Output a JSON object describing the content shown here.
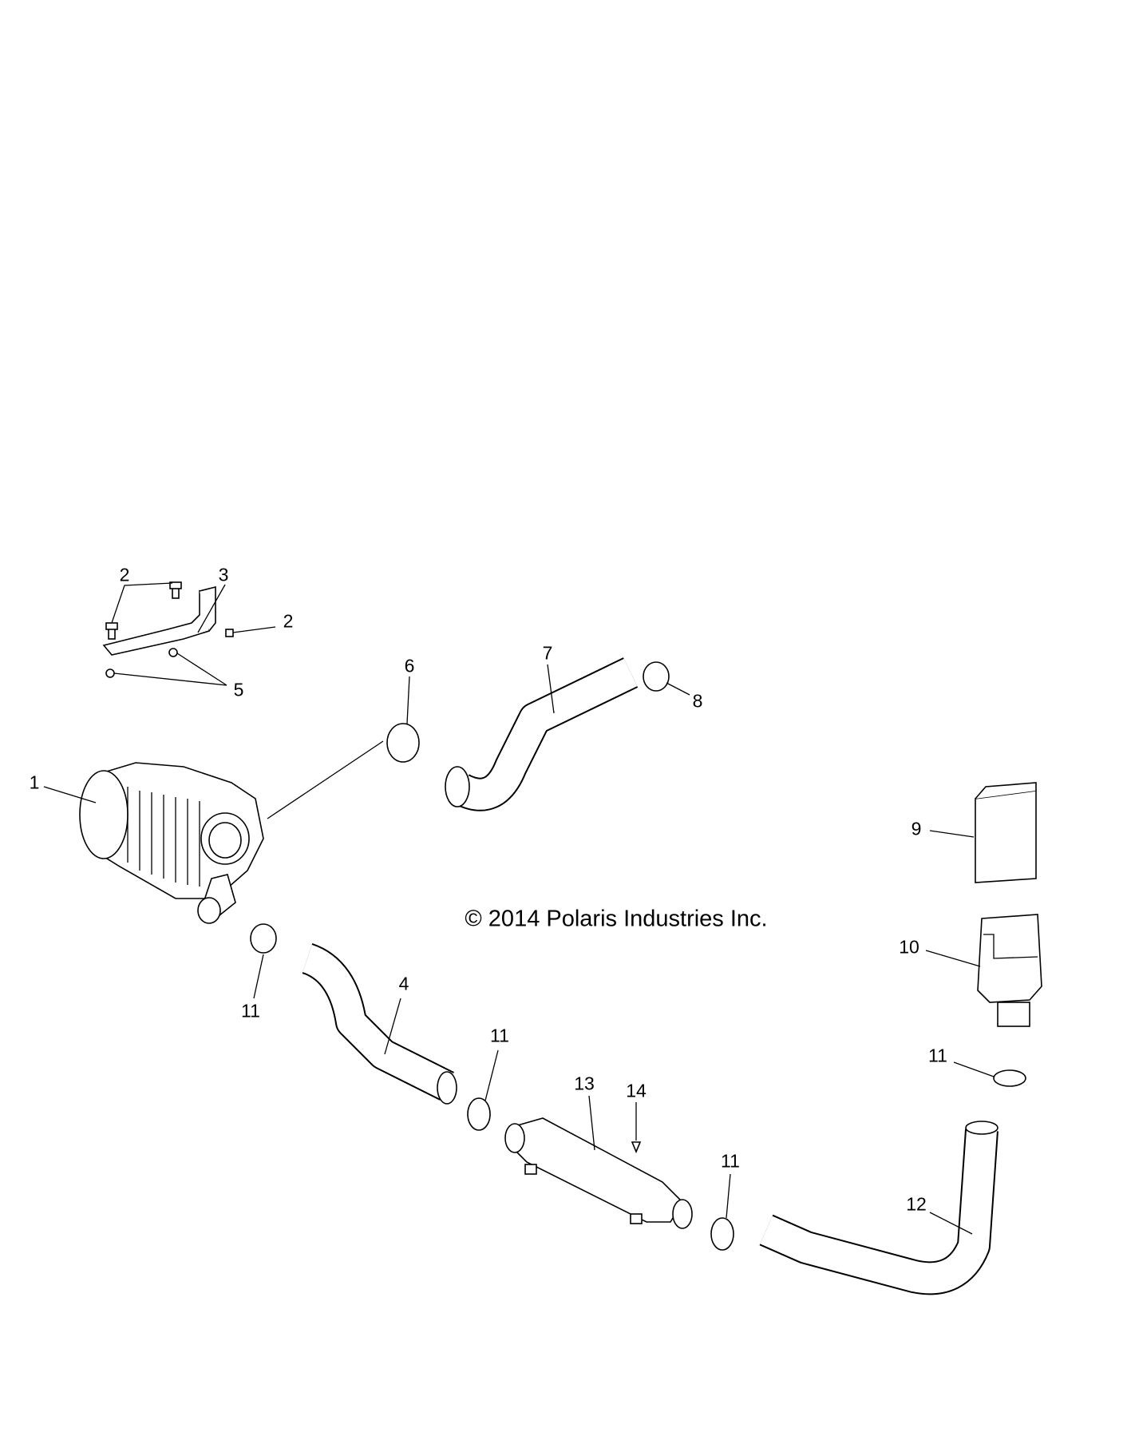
{
  "copyright": "© 2014 Polaris Industries Inc.",
  "callouts": {
    "c1": "1",
    "c2a": "2",
    "c2b": "2",
    "c3": "3",
    "c4": "4",
    "c5": "5",
    "c6": "6",
    "c7": "7",
    "c8": "8",
    "c9": "9",
    "c10": "10",
    "c11a": "11",
    "c11b": "11",
    "c11c": "11",
    "c11d": "11",
    "c12": "12",
    "c13": "13",
    "c14": "14"
  }
}
